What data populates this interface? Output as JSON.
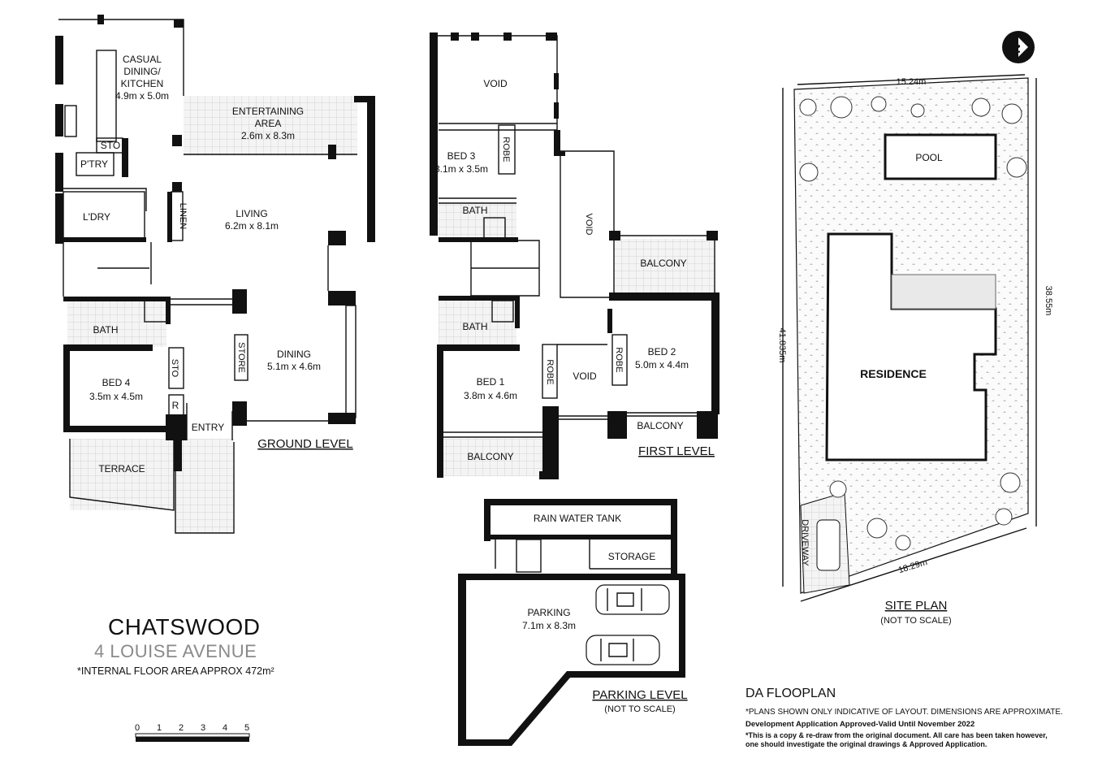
{
  "title": {
    "suburb": "CHATSWOOD",
    "address": "4 LOUISE AVENUE",
    "area": "*INTERNAL FLOOR AREA APPROX 472m²"
  },
  "ground": {
    "level_label": "GROUND LEVEL",
    "kitchen": [
      "CASUAL",
      "DINING/",
      "KITCHEN",
      "4.9m x 5.0m"
    ],
    "entertaining": [
      "ENTERTAINING",
      "AREA",
      "2.6m x 8.3m"
    ],
    "sto1": "STO",
    "pantry": "P'TRY",
    "laundry": "L'DRY",
    "linen": "LINEN",
    "living": [
      "LIVING",
      "6.2m x 8.1m"
    ],
    "bath": "BATH",
    "store": "STORE",
    "dining": [
      "DINING",
      "5.1m x 4.6m"
    ],
    "bed4": [
      "BED 4",
      "3.5m x 4.5m"
    ],
    "sto2": "STO",
    "r": "R",
    "entry": "ENTRY",
    "terrace": "TERRACE"
  },
  "first": {
    "level_label": "FIRST LEVEL",
    "void1": "VOID",
    "bed3": [
      "BED 3",
      "3.1m x 3.5m"
    ],
    "robe1": "ROBE",
    "bath1": "BATH",
    "void2": "VOID",
    "balcony1": "BALCONY",
    "bath2": "BATH",
    "bed1": [
      "BED 1",
      "3.8m x 4.6m"
    ],
    "robe2": "ROBE",
    "void3": "VOID",
    "robe3": "ROBE",
    "bed2": [
      "BED 2",
      "5.0m x 4.4m"
    ],
    "balcony2": "BALCONY",
    "balcony3": "BALCONY"
  },
  "parking": {
    "level_label": "PARKING LEVEL",
    "scale_note": "(NOT TO SCALE)",
    "tank": "RAIN WATER TANK",
    "storage": "STORAGE",
    "parking": [
      "PARKING",
      "7.1m x 8.3m"
    ]
  },
  "site": {
    "label": "SITE PLAN",
    "scale_note": "(NOT TO SCALE)",
    "pool": "POOL",
    "residence": "RESIDENCE",
    "driveway": "DRIVEWAY",
    "dim_top": "15.24m",
    "dim_bottom": "18.29m",
    "dim_left": "41.835m",
    "dim_right": "38.55m"
  },
  "compass": "N",
  "scale_bar": [
    "0",
    "1",
    "2",
    "3",
    "4",
    "5"
  ],
  "notes": {
    "heading": "DA FLOOPLAN",
    "line1": "*PLANS SHOWN ONLY INDICATIVE OF LAYOUT. DIMENSIONS ARE APPROXIMATE.",
    "line2": "Development Application Approved-Valid Until November 2022",
    "line3": "*This is a copy & re-draw from the original document. All care has been taken however,",
    "line4": "one should investigate the original drawings & Approved Application."
  }
}
